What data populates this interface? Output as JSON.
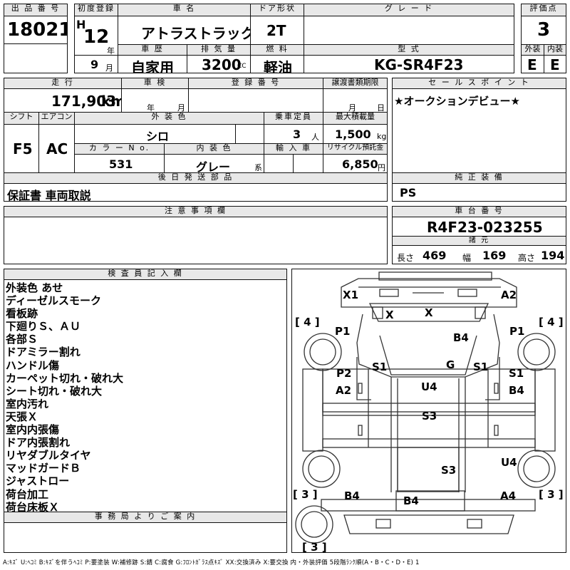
{
  "header": {
    "lot_label": "出 品 番 号",
    "lot_number": "18021",
    "first_reg_label": "初度登録",
    "era": "H",
    "year_num": "12",
    "year_unit": "年",
    "month_num": "9",
    "month_unit": "月",
    "car_name_label": "車 名",
    "car_name": "アトラストラック",
    "door_label": "ドア形状",
    "door_value": "2T",
    "grade_label": "グ レ ー ド",
    "grade_value": "",
    "score_label": "評価点",
    "score_value": "3",
    "history_label": "車 歴",
    "history_value": "自家用",
    "displacement_label": "排 気 量",
    "displacement_value": "3200",
    "displacement_unit": "CC",
    "fuel_label": "燃 料",
    "fuel_value": "軽油",
    "model_label": "型 式",
    "model_value": "KG-SR4F23",
    "exterior_label": "外装",
    "interior_label": "内装",
    "exterior_value": "E",
    "interior_value": "E"
  },
  "row2": {
    "mileage_label": "走 行",
    "mileage_value": "171,903",
    "mileage_unit": "km",
    "inspection_label": "車 検",
    "inspection_year_unit": "年",
    "inspection_month_unit": "月",
    "reg_number_label": "登 録 番 号",
    "transfer_label": "譲渡書類期限",
    "transfer_month_unit": "月",
    "transfer_day_unit": "日",
    "sales_point_label": "セ ー ル ス ポ イ ン ト",
    "sales_point_value": "★オークションデビュー★"
  },
  "row3": {
    "shift_label": "シフト",
    "shift_value": "F5",
    "ac_label": "エアコン",
    "ac_value": "AC",
    "ext_color_label": "外 装 色",
    "ext_color_value": "シロ",
    "capacity_label": "乗車定員",
    "capacity_value": "3",
    "capacity_unit": "人",
    "max_load_label": "最大積載量",
    "max_load_value": "1,500",
    "max_load_unit": "kg",
    "color_no_label": "カ ラ ー N o.",
    "color_no_value": "531",
    "int_color_label": "内 装 色",
    "int_color_value": "グレー",
    "int_color_unit": "系",
    "import_label": "輸 入 車",
    "recycle_label": "リサイクル預託金",
    "recycle_value": "6,850",
    "recycle_unit": "円"
  },
  "row4": {
    "parts_label": "後 日 発 送 部 品",
    "parts_value": "保証書 車両取説",
    "equipment_label": "純 正 装 備",
    "equipment_value": "PS"
  },
  "row5": {
    "notes_label": "注 意 事 項 欄",
    "chassis_label": "車 台 番 号",
    "chassis_value": "R4F23-023255",
    "specs_label": "諸 元",
    "length_label": "長さ",
    "length_value": "469",
    "width_label": "幅",
    "width_value": "169",
    "height_label": "高さ",
    "height_value": "194"
  },
  "inspector": {
    "label": "検 査 員 記 入 欄",
    "items": [
      "外装色 あせ",
      "ディーゼルスモーク",
      "看板跡",
      "下廻りＳ、ＡＵ",
      "各部Ｓ",
      "ドアミラー割れ",
      "ハンドル傷",
      "カーペット切れ・破れ大",
      "シート切れ・破れ大",
      "室内汚れ",
      "天張Ｘ",
      "室内内張傷",
      "ドア内張割れ",
      "リヤダブルタイヤ",
      "マッドガードＢ",
      "ジャストロー",
      "荷台加工",
      "荷台床板Ｘ"
    ]
  },
  "office": {
    "label": "事 務 局 よ り ご 案 内"
  },
  "diagram": {
    "marks": {
      "x1": "X1",
      "a2_front": "A2",
      "x_a": "X",
      "x_b": "X",
      "tire_fl": "[ 4 ]",
      "tire_fr": "[ 4 ]",
      "p1_left": "P1",
      "p1_right": "P1",
      "b4_hood": "B4",
      "s1_left": "S1",
      "s1_right": "S1",
      "g": "G",
      "p2": "P2",
      "a2_left": "A2",
      "s1_door": "S1",
      "b4_door": "B4",
      "u4_top": "U4",
      "s3_top": "S3",
      "s3_bed": "S3",
      "u4_right": "U4",
      "tire_rl": "[ 3 ]",
      "tire_rr": "[ 3 ]",
      "b4_rl": "B4",
      "b4_rear": "B4",
      "a4": "A4",
      "tire_spare": "[ 3 ]"
    }
  },
  "legend": "A:ｷｽﾞ  U:ﾍｺﾐ B:ｷｽﾞを伴うﾍｺﾐ P:要塗装 W:補修跡 S:錆 C:腐食 G:ﾌﾛﾝﾄｶﾞﾗｽ点ｷｽﾞ XX:交換済み X:要交換  内・外装評価  5段階ﾗﾝｸ順(A・B・C・D・E) 1"
}
